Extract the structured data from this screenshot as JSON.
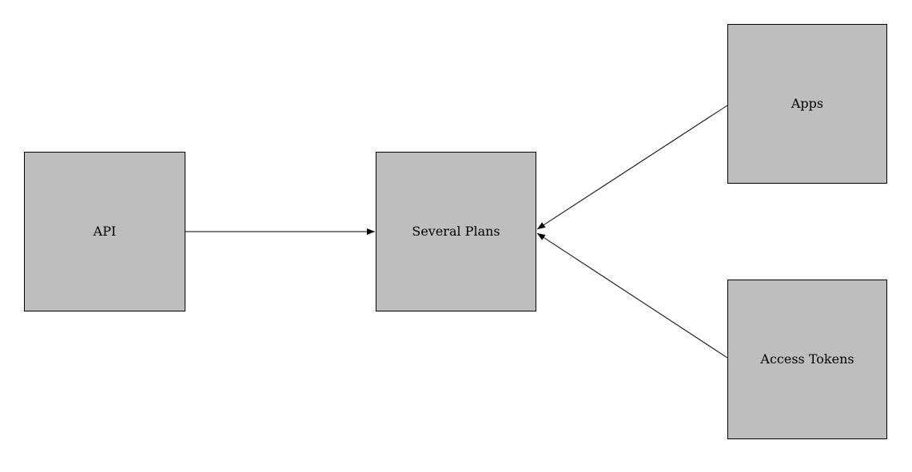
{
  "diagram": {
    "type": "flowchart",
    "colors": {
      "canvas_bg": "#ffffff",
      "node_fill": "#bebebe",
      "node_border": "#000000",
      "edge_stroke": "#000000"
    },
    "nodes": [
      {
        "id": "api",
        "label": "API"
      },
      {
        "id": "several-plans",
        "label": "Several Plans"
      },
      {
        "id": "apps",
        "label": "Apps"
      },
      {
        "id": "access-tokens",
        "label": "Access Tokens"
      }
    ],
    "edges": [
      {
        "from": "API",
        "to": "Several Plans",
        "arrowhead": "to"
      },
      {
        "from": "Apps",
        "to": "Several Plans",
        "arrowhead": "to"
      },
      {
        "from": "Access Tokens",
        "to": "Several Plans",
        "arrowhead": "to"
      }
    ]
  }
}
